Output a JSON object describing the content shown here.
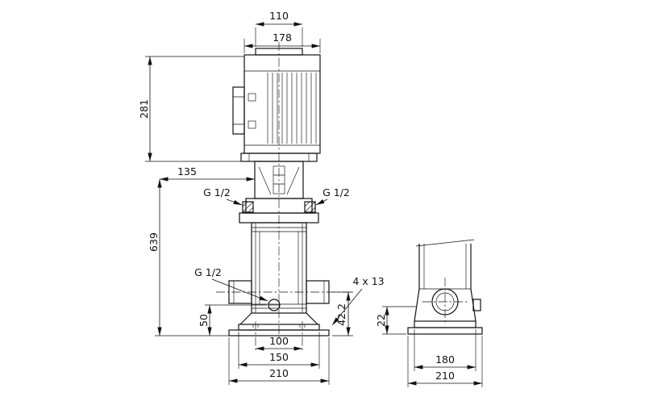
{
  "page": {
    "background": "#ffffff",
    "line_color": "#111111"
  },
  "drawing": {
    "dimensions": {
      "fan_cover_width": "110",
      "motor_width": "178",
      "motor_height": "281",
      "head_depth": "135",
      "total_height": "639",
      "top_port_left": "G 1/2",
      "top_port_right": "G 1/2",
      "drain_port": "G 1/2",
      "base_holes": "4 x 13",
      "port_center_height": "42.2",
      "side_base_height": "22",
      "drain_height": "50",
      "bolt_spacing": "100",
      "base_mid_width": "150",
      "base_width_front": "210",
      "base_depth": "180",
      "base_width_side": "210"
    }
  }
}
